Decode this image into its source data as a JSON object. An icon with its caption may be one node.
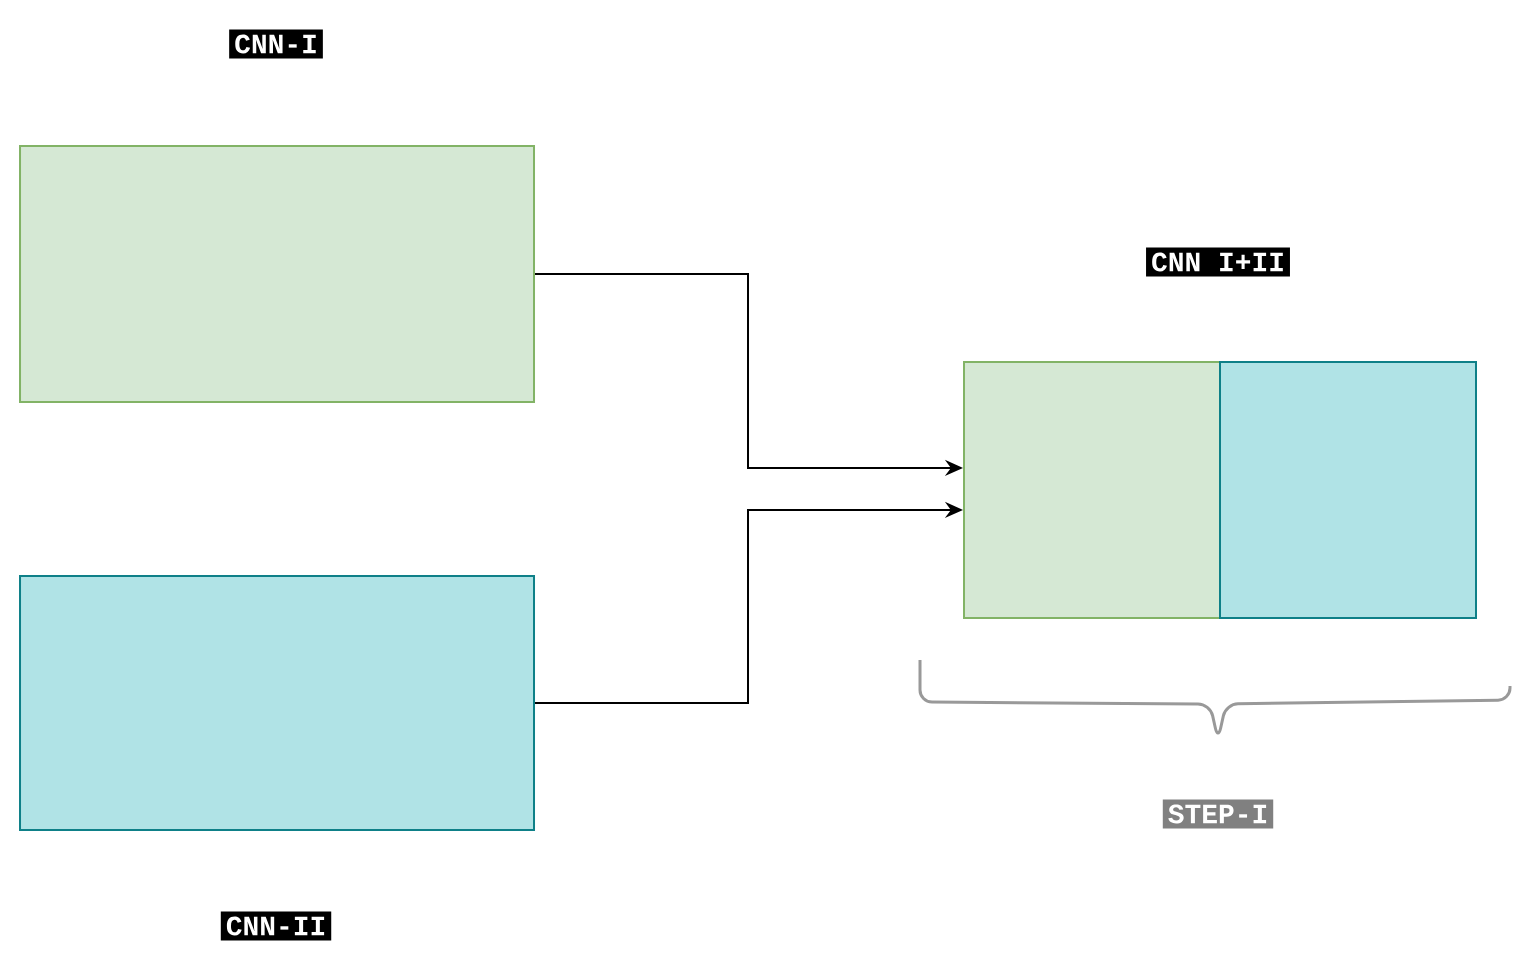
{
  "diagram": {
    "nodes": [
      {
        "text": [],
        "shape": "box",
        "beside": [
          "CNN-I"
        ]
      },
      {
        "text": [],
        "shape": "box",
        "beside": [
          "CNN-II"
        ]
      },
      {
        "text": [],
        "shape": "box"
      },
      {
        "text": [],
        "shape": "box"
      }
    ],
    "edges": [
      {
        "from": 0,
        "to": 2,
        "arrow": "to"
      },
      {
        "from": 1,
        "to": 2,
        "arrow": "to"
      }
    ],
    "labels": [
      "CNN I+II",
      "STEP-I"
    ]
  }
}
